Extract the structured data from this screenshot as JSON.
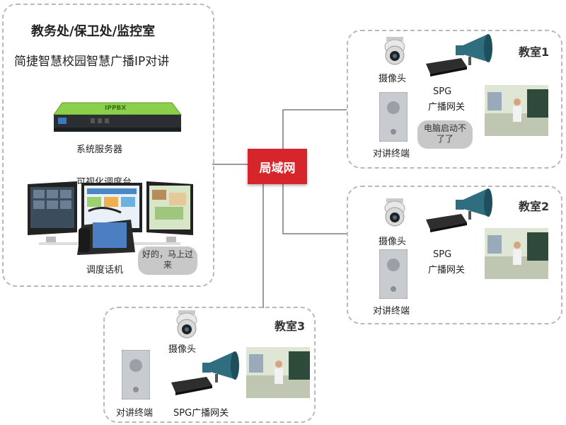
{
  "control_room": {
    "title": "教务处/保卫处/监控室",
    "subtitle": "简捷智慧校园智慧广播IP对讲",
    "server_label": "系统服务器",
    "server_brand": "IPPBX",
    "console_label": "可视化调度台",
    "phone_label": "调度话机",
    "phone_bubble": "好的，马上过来"
  },
  "network": {
    "label": "局域网"
  },
  "rooms": [
    {
      "name": "教室1",
      "camera_label": "摄像头",
      "gateway_label_1": "SPG",
      "gateway_label_2": "广播网关",
      "intercom_label": "对讲终端",
      "bubble": "电脑启动不了了"
    },
    {
      "name": "教室2",
      "camera_label": "摄像头",
      "gateway_label_1": "SPG",
      "gateway_label_2": "广播网关",
      "intercom_label": "对讲终端"
    },
    {
      "name": "教室3",
      "camera_label": "摄像头",
      "gateway_label": "SPG广播网关",
      "intercom_label": "对讲终端"
    }
  ],
  "colors": {
    "lan_red": "#d6262b",
    "border_gray": "#b9b9b9",
    "server_green": "#7ec242"
  }
}
